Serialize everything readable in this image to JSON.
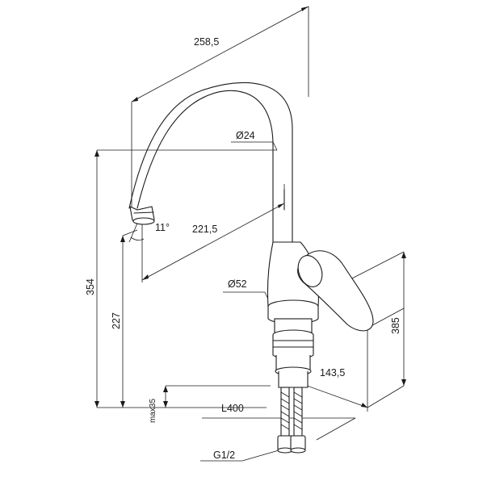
{
  "dimensions": {
    "top_width": "258,5",
    "spout_diameter": "Ø24",
    "spout_angle": "11°",
    "spout_reach": "221,5",
    "body_diameter": "Ø52",
    "total_height": "354",
    "spout_height": "227",
    "body_height": "385",
    "handle_reach": "143,5",
    "max_thickness": "max35",
    "hose_length": "L400",
    "thread": "G1/2"
  }
}
